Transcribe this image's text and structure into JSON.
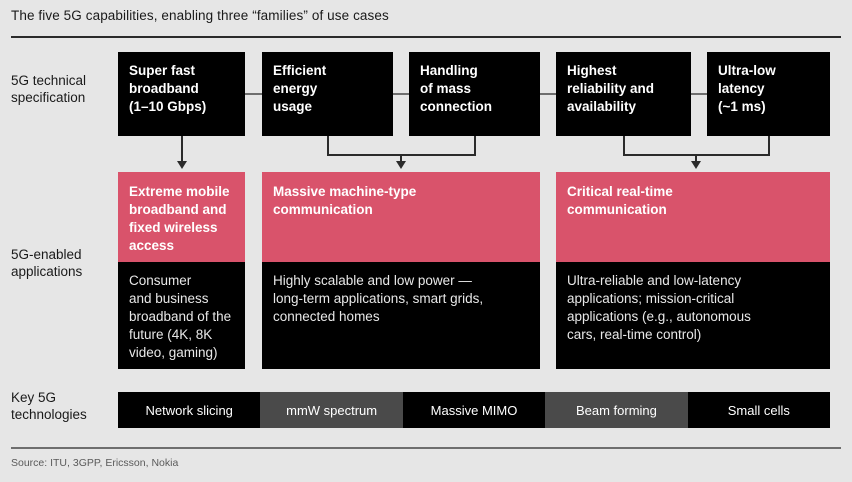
{
  "title": "The five 5G capabilities, enabling three “families” of use cases",
  "colors": {
    "background": "#e6e6e6",
    "accent_pink": "#d9536b",
    "box_black": "#000000",
    "segment_gray": "#4a4a4a",
    "rule": "#2b2b2b"
  },
  "rows": {
    "spec_label": "5G technical\nspecification",
    "apps_label": "5G-enabled\napplications",
    "tech_label": "Key 5G\ntechnologies"
  },
  "specifications": [
    {
      "label": "Super fast\nbroadband\n(1–10 Gbps)"
    },
    {
      "label": "Efficient\nenergy\nusage"
    },
    {
      "label": "Handling\nof mass\nconnection"
    },
    {
      "label": "Highest\nreliability and\navailability"
    },
    {
      "label": "Ultra-low\nlatency\n(~1 ms)"
    }
  ],
  "applications": [
    {
      "heading": "Extreme mobile\nbroadband and\nfixed wireless\naccess",
      "body": "Consumer\nand business\nbroadband of the\nfuture (4K, 8K\nvideo, gaming)"
    },
    {
      "heading": "Massive machine-type\ncommunication",
      "body": "Highly scalable and low power —\nlong-term applications, smart grids,\nconnected homes"
    },
    {
      "heading": "Critical real-time\ncommunication",
      "body": "Ultra-reliable and low-latency\napplications; mission-critical\napplications (e.g., autonomous\ncars, real-time control)"
    }
  ],
  "technologies": [
    {
      "label": "Network slicing",
      "style": "dark"
    },
    {
      "label": "mmW spectrum",
      "style": "gray"
    },
    {
      "label": "Massive MIMO",
      "style": "dark"
    },
    {
      "label": "Beam forming",
      "style": "gray"
    },
    {
      "label": "Small cells",
      "style": "dark"
    }
  ],
  "source": "Source: ITU, 3GPP, Ericsson, Nokia"
}
